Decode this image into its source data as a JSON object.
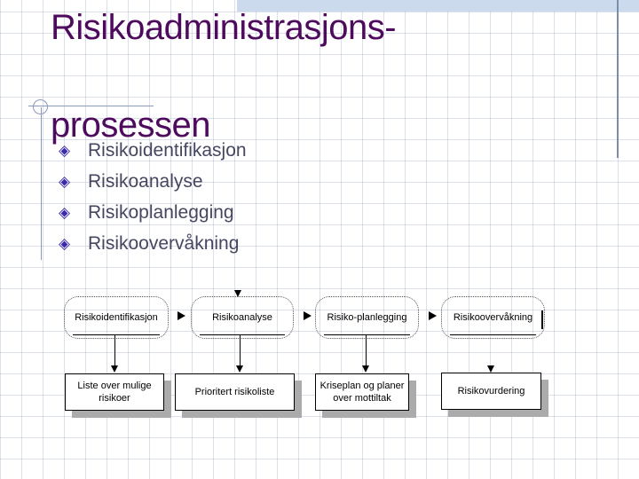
{
  "slide": {
    "title": {
      "line1": "Risikoadministrasjons-",
      "line2": "prosessen"
    },
    "bullets": [
      "Risikoidentifikasjon",
      "Risikoanalyse",
      "Risikoplanlegging",
      "Risikoovervåkning"
    ]
  },
  "flowchart": {
    "stages": [
      {
        "label": "Risikoidentifikasjon",
        "output": "Liste over mulige risikoer"
      },
      {
        "label": "Risikoanalyse",
        "output": "Prioritert risikoliste"
      },
      {
        "label": "Risiko-planlegging",
        "output": "Kriseplan og planer over mottiltak"
      },
      {
        "label": "Risikoovervåkning",
        "output": "Risikovurdering"
      }
    ]
  },
  "icons": {
    "bullet_glyph": "◈",
    "arrow_right": "►",
    "arrow_down": "▼"
  },
  "colors": {
    "title": "#4e0b5e",
    "bullet_text": "#45465f",
    "bullet_glyph": "#3a2ba6",
    "accent_band": "#cbdaec",
    "accent_line": "#7c8da8",
    "decor_line": "#8a9ab8",
    "box_border": "#000000",
    "box_shadow": "#ababab",
    "grid": "#dde2ec"
  }
}
